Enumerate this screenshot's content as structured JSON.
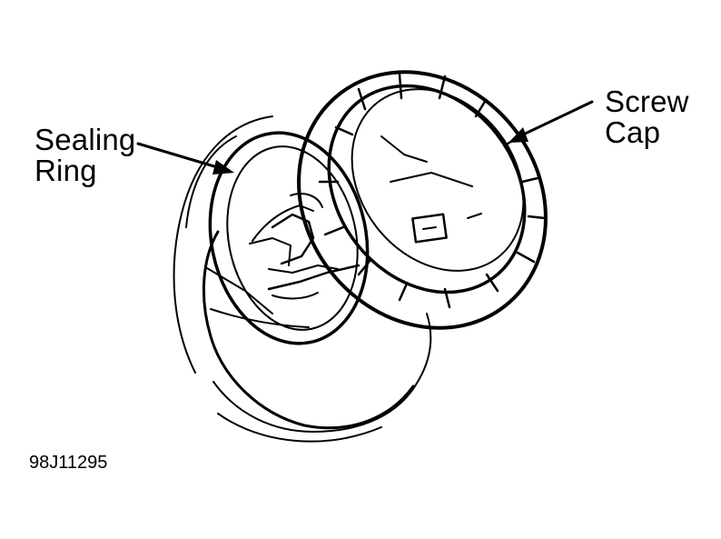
{
  "labels": {
    "sealing_ring": [
      "Sealing",
      "Ring"
    ],
    "screw_cap": [
      "Screw",
      "Cap"
    ]
  },
  "figure_id": "98J11295",
  "colors": {
    "ink": "#000000",
    "background": "#ffffff"
  }
}
